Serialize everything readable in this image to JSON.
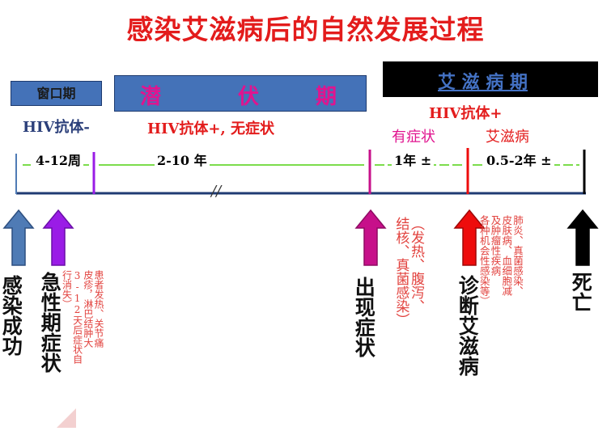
{
  "title": "感染艾滋病后的自然发展过程",
  "phases": {
    "window": "窗口期",
    "latent": [
      "潜",
      "伏",
      "期"
    ],
    "aids": "艾 滋 病 期"
  },
  "status": {
    "window": "HIV抗体-",
    "latent": "HIV抗体+, 无症状",
    "aids": "HIV抗体+",
    "symptomatic": "有症状",
    "aids_sub": "艾滋病"
  },
  "durations": [
    "4-12周",
    "2-10 年",
    "1年 ±",
    "0.5-2年 ±"
  ],
  "break_mark": "//",
  "events": {
    "infection": "感染成功",
    "acute": "急性期症状",
    "symptoms": "出现症状",
    "diagnosis": "诊断艾滋病",
    "death": "死亡"
  },
  "notes": {
    "acute": [
      "患者发热、关节痛",
      "皮疹，淋巴结肿大",
      "3-12天后症状自",
      "行消失）"
    ],
    "symptoms": [
      "（发热、腹泻、",
      "结核、真菌感染）"
    ],
    "diagnosis": [
      "肺炎、真菌感染、",
      "皮肤病、血细胞减",
      "及肿瘤性疾病",
      "各种机会性感染等）"
    ]
  },
  "colors": {
    "title": "#e31c1c",
    "phase_box": "#4472b8",
    "aids_box": "#000000",
    "magenta": "#e0148f",
    "timeline": "#1f3b73",
    "green": "#7cdc4c",
    "arrow_blue": "#4f7bb5",
    "arrow_purple": "#9a1ce6",
    "arrow_magenta": "#c7108a",
    "arrow_red": "#ee0c0c",
    "arrow_black": "#000000",
    "note": "#e2433f"
  },
  "icons": [
    "up-arrow-icon",
    "up-arrow-icon",
    "up-arrow-icon",
    "up-arrow-icon",
    "up-arrow-icon"
  ]
}
